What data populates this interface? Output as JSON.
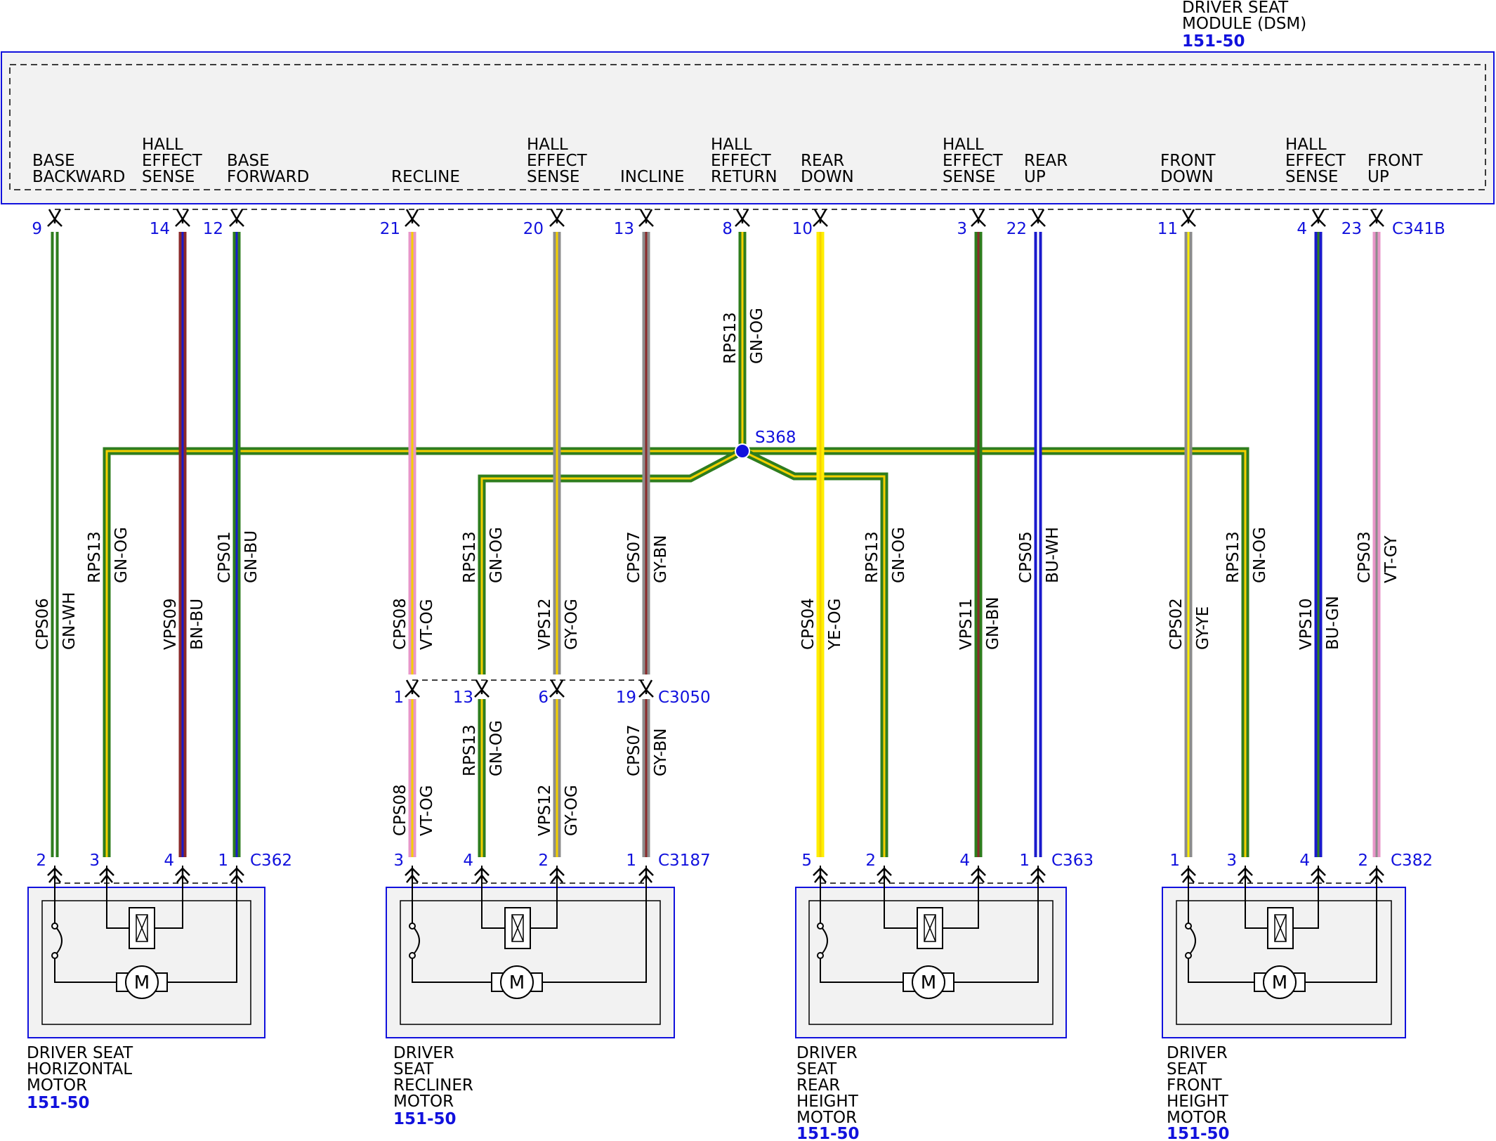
{
  "module": {
    "name_lines": [
      "DRIVER SEAT",
      "MODULE (DSM)"
    ],
    "ref": "151-50",
    "connector": "C341B",
    "pins": [
      {
        "num": "9",
        "label": [
          "BASE",
          "BACKWARD"
        ]
      },
      {
        "num": "14",
        "label": [
          "HALL",
          "EFFECT",
          "SENSE"
        ]
      },
      {
        "num": "12",
        "label": [
          "BASE",
          "FORWARD"
        ]
      },
      {
        "num": "21",
        "label": [
          "RECLINE"
        ]
      },
      {
        "num": "20",
        "label": [
          "HALL",
          "EFFECT",
          "SENSE"
        ]
      },
      {
        "num": "13",
        "label": [
          "INCLINE"
        ]
      },
      {
        "num": "8",
        "label": [
          "HALL",
          "EFFECT",
          "RETURN"
        ]
      },
      {
        "num": "10",
        "label": [
          "REAR",
          "DOWN"
        ]
      },
      {
        "num": "3",
        "label": [
          "HALL",
          "EFFECT",
          "SENSE"
        ]
      },
      {
        "num": "22",
        "label": [
          "REAR",
          "UP"
        ]
      },
      {
        "num": "11",
        "label": [
          "FRONT",
          "DOWN"
        ]
      },
      {
        "num": "4",
        "label": [
          "HALL",
          "EFFECT",
          "SENSE"
        ]
      },
      {
        "num": "23",
        "label": [
          "FRONT",
          "UP"
        ]
      }
    ]
  },
  "splice": {
    "name": "S368",
    "upper_circuit": "RPS13",
    "upper_color": "GN-OG"
  },
  "inline_connector": {
    "name": "C3050",
    "pins": [
      "1",
      "13",
      "6",
      "19"
    ]
  },
  "wires": [
    {
      "circuit": "CPS06",
      "color": "GN-WH"
    },
    {
      "circuit": "RPS13",
      "color": "GN-OG"
    },
    {
      "circuit": "VPS09",
      "color": "BN-BU"
    },
    {
      "circuit": "CPS01",
      "color": "GN-BU"
    },
    {
      "circuit": "CPS08",
      "color": "VT-OG"
    },
    {
      "circuit": "RPS13",
      "color": "GN-OG"
    },
    {
      "circuit": "VPS12",
      "color": "GY-OG"
    },
    {
      "circuit": "CPS07",
      "color": "GY-BN"
    },
    {
      "circuit": "CPS04",
      "color": "YE-OG"
    },
    {
      "circuit": "RPS13",
      "color": "GN-OG"
    },
    {
      "circuit": "VPS11",
      "color": "GN-BN"
    },
    {
      "circuit": "CPS05",
      "color": "BU-WH"
    },
    {
      "circuit": "CPS02",
      "color": "GY-YE"
    },
    {
      "circuit": "RPS13",
      "color": "GN-OG"
    },
    {
      "circuit": "VPS10",
      "color": "BU-GN"
    },
    {
      "circuit": "CPS03",
      "color": "VT-GY"
    }
  ],
  "lower_wires": [
    {
      "circuit": "CPS08",
      "color": "VT-OG"
    },
    {
      "circuit": "RPS13",
      "color": "GN-OG"
    },
    {
      "circuit": "VPS12",
      "color": "GY-OG"
    },
    {
      "circuit": "CPS07",
      "color": "GY-BN"
    }
  ],
  "motors": [
    {
      "name_lines": [
        "DRIVER SEAT",
        "HORIZONTAL",
        "MOTOR"
      ],
      "ref": "151-50",
      "connector": "C362",
      "pins": [
        "2",
        "3",
        "4",
        "1"
      ],
      "symbol": "M"
    },
    {
      "name_lines": [
        "DRIVER",
        "SEAT",
        "RECLINER",
        "MOTOR"
      ],
      "ref": "151-50",
      "connector": "C3187",
      "pins": [
        "3",
        "4",
        "2",
        "1"
      ],
      "symbol": "M"
    },
    {
      "name_lines": [
        "DRIVER",
        "SEAT",
        "REAR",
        "HEIGHT",
        "MOTOR"
      ],
      "ref": "151-50",
      "connector": "C363",
      "pins": [
        "5",
        "2",
        "4",
        "1"
      ],
      "symbol": "M"
    },
    {
      "name_lines": [
        "DRIVER",
        "SEAT",
        "FRONT",
        "HEIGHT",
        "MOTOR"
      ],
      "ref": "151-50",
      "connector": "C382",
      "pins": [
        "1",
        "3",
        "4",
        "2"
      ],
      "symbol": "M"
    }
  ],
  "colors": {
    "GN": "#2e7d1e",
    "WH": "#ffffff",
    "OG": "#f5d000",
    "BN": "#8b2a2a",
    "BU": "#1a1acc",
    "VT": "#e896c8",
    "GY": "#8c8c8c",
    "YE": "#ffee00",
    "line": "#1111dd"
  }
}
